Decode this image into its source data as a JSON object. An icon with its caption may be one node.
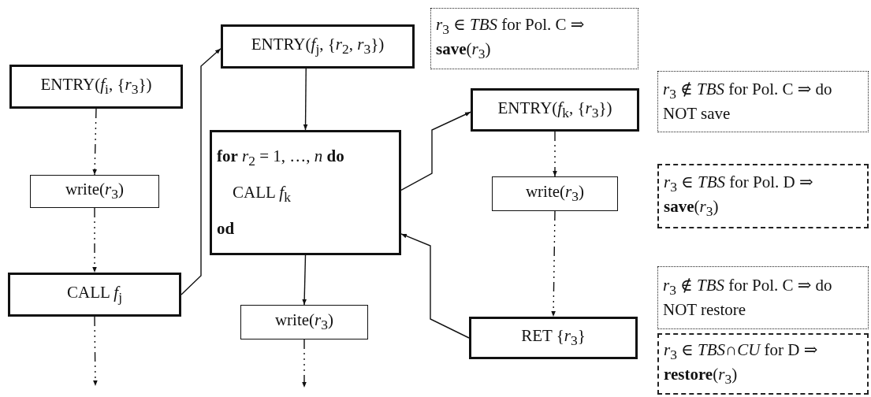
{
  "diagram": {
    "nodes": [
      {
        "text": [
          "ENTRY(*f*$_{i}$, {*r*$_{3}$})"
        ]
      },
      {
        "text": [
          "write(*r*$_{3}$)"
        ]
      },
      {
        "text": [
          "CALL *f*$_{j}$"
        ]
      },
      {
        "text": [
          "ENTRY(*f*$_{j}$, {*r*$_{2}$, *r*$_{3}$})"
        ]
      },
      {
        "text": [
          "**for** *r*$_{2}$ = 1, …, *n* **do**",
          "CALL *f*$_{k}$",
          "od"
        ]
      },
      {
        "text": [
          "write(*r*$_{3}$)"
        ]
      },
      {
        "text": [
          "ENTRY(*f*$_{k}$, {*r*$_{3}$})"
        ]
      },
      {
        "text": [
          "write(*r*$_{3}$)"
        ]
      },
      {
        "text": [
          "RET {*r*$_{3}$}"
        ]
      },
      {
        "text": [
          "*r*$_{3}$ ∈ *TBS* for Pol. C ⇒ **save**(*r*$_{3}$)"
        ]
      },
      {
        "text": [
          "*r*$_{3}$ ∉ *TBS* for Pol. C ⇒ do NOT save"
        ]
      },
      {
        "text": [
          "*r*$_{3}$ ∈ *TBS* for Pol. D ⇒ **save**(*r*$_{3}$)"
        ]
      },
      {
        "text": [
          "*r*$_{3}$ ∉ *TBS* for Pol. C ⇒ do NOT restore"
        ]
      },
      {
        "text": [
          "*r*$_{3}$ ∈ *TBS*∩*CU* for D ⇒ **restore**(*r*$_{3}$)"
        ]
      }
    ],
    "edges": [
      {
        "from": 0,
        "to": 1,
        "arrow": "to",
        "style": "dashed"
      },
      {
        "from": 1,
        "to": 2,
        "arrow": "to",
        "style": "dashed"
      },
      {
        "from": 2,
        "to": null,
        "arrow": "to",
        "style": "dashed"
      },
      {
        "from": 2,
        "to": 3,
        "arrow": "to"
      },
      {
        "from": 3,
        "to": 4,
        "arrow": "to"
      },
      {
        "from": 4,
        "to": 6,
        "arrow": "to"
      },
      {
        "from": 4,
        "to": 5,
        "arrow": "to"
      },
      {
        "from": 5,
        "to": null,
        "arrow": "to",
        "style": "dashed"
      },
      {
        "from": 6,
        "to": 7,
        "arrow": "to",
        "style": "dashed"
      },
      {
        "from": 7,
        "to": 8,
        "arrow": "to",
        "style": "dashed"
      },
      {
        "from": 8,
        "to": 4,
        "arrow": "to"
      }
    ]
  }
}
